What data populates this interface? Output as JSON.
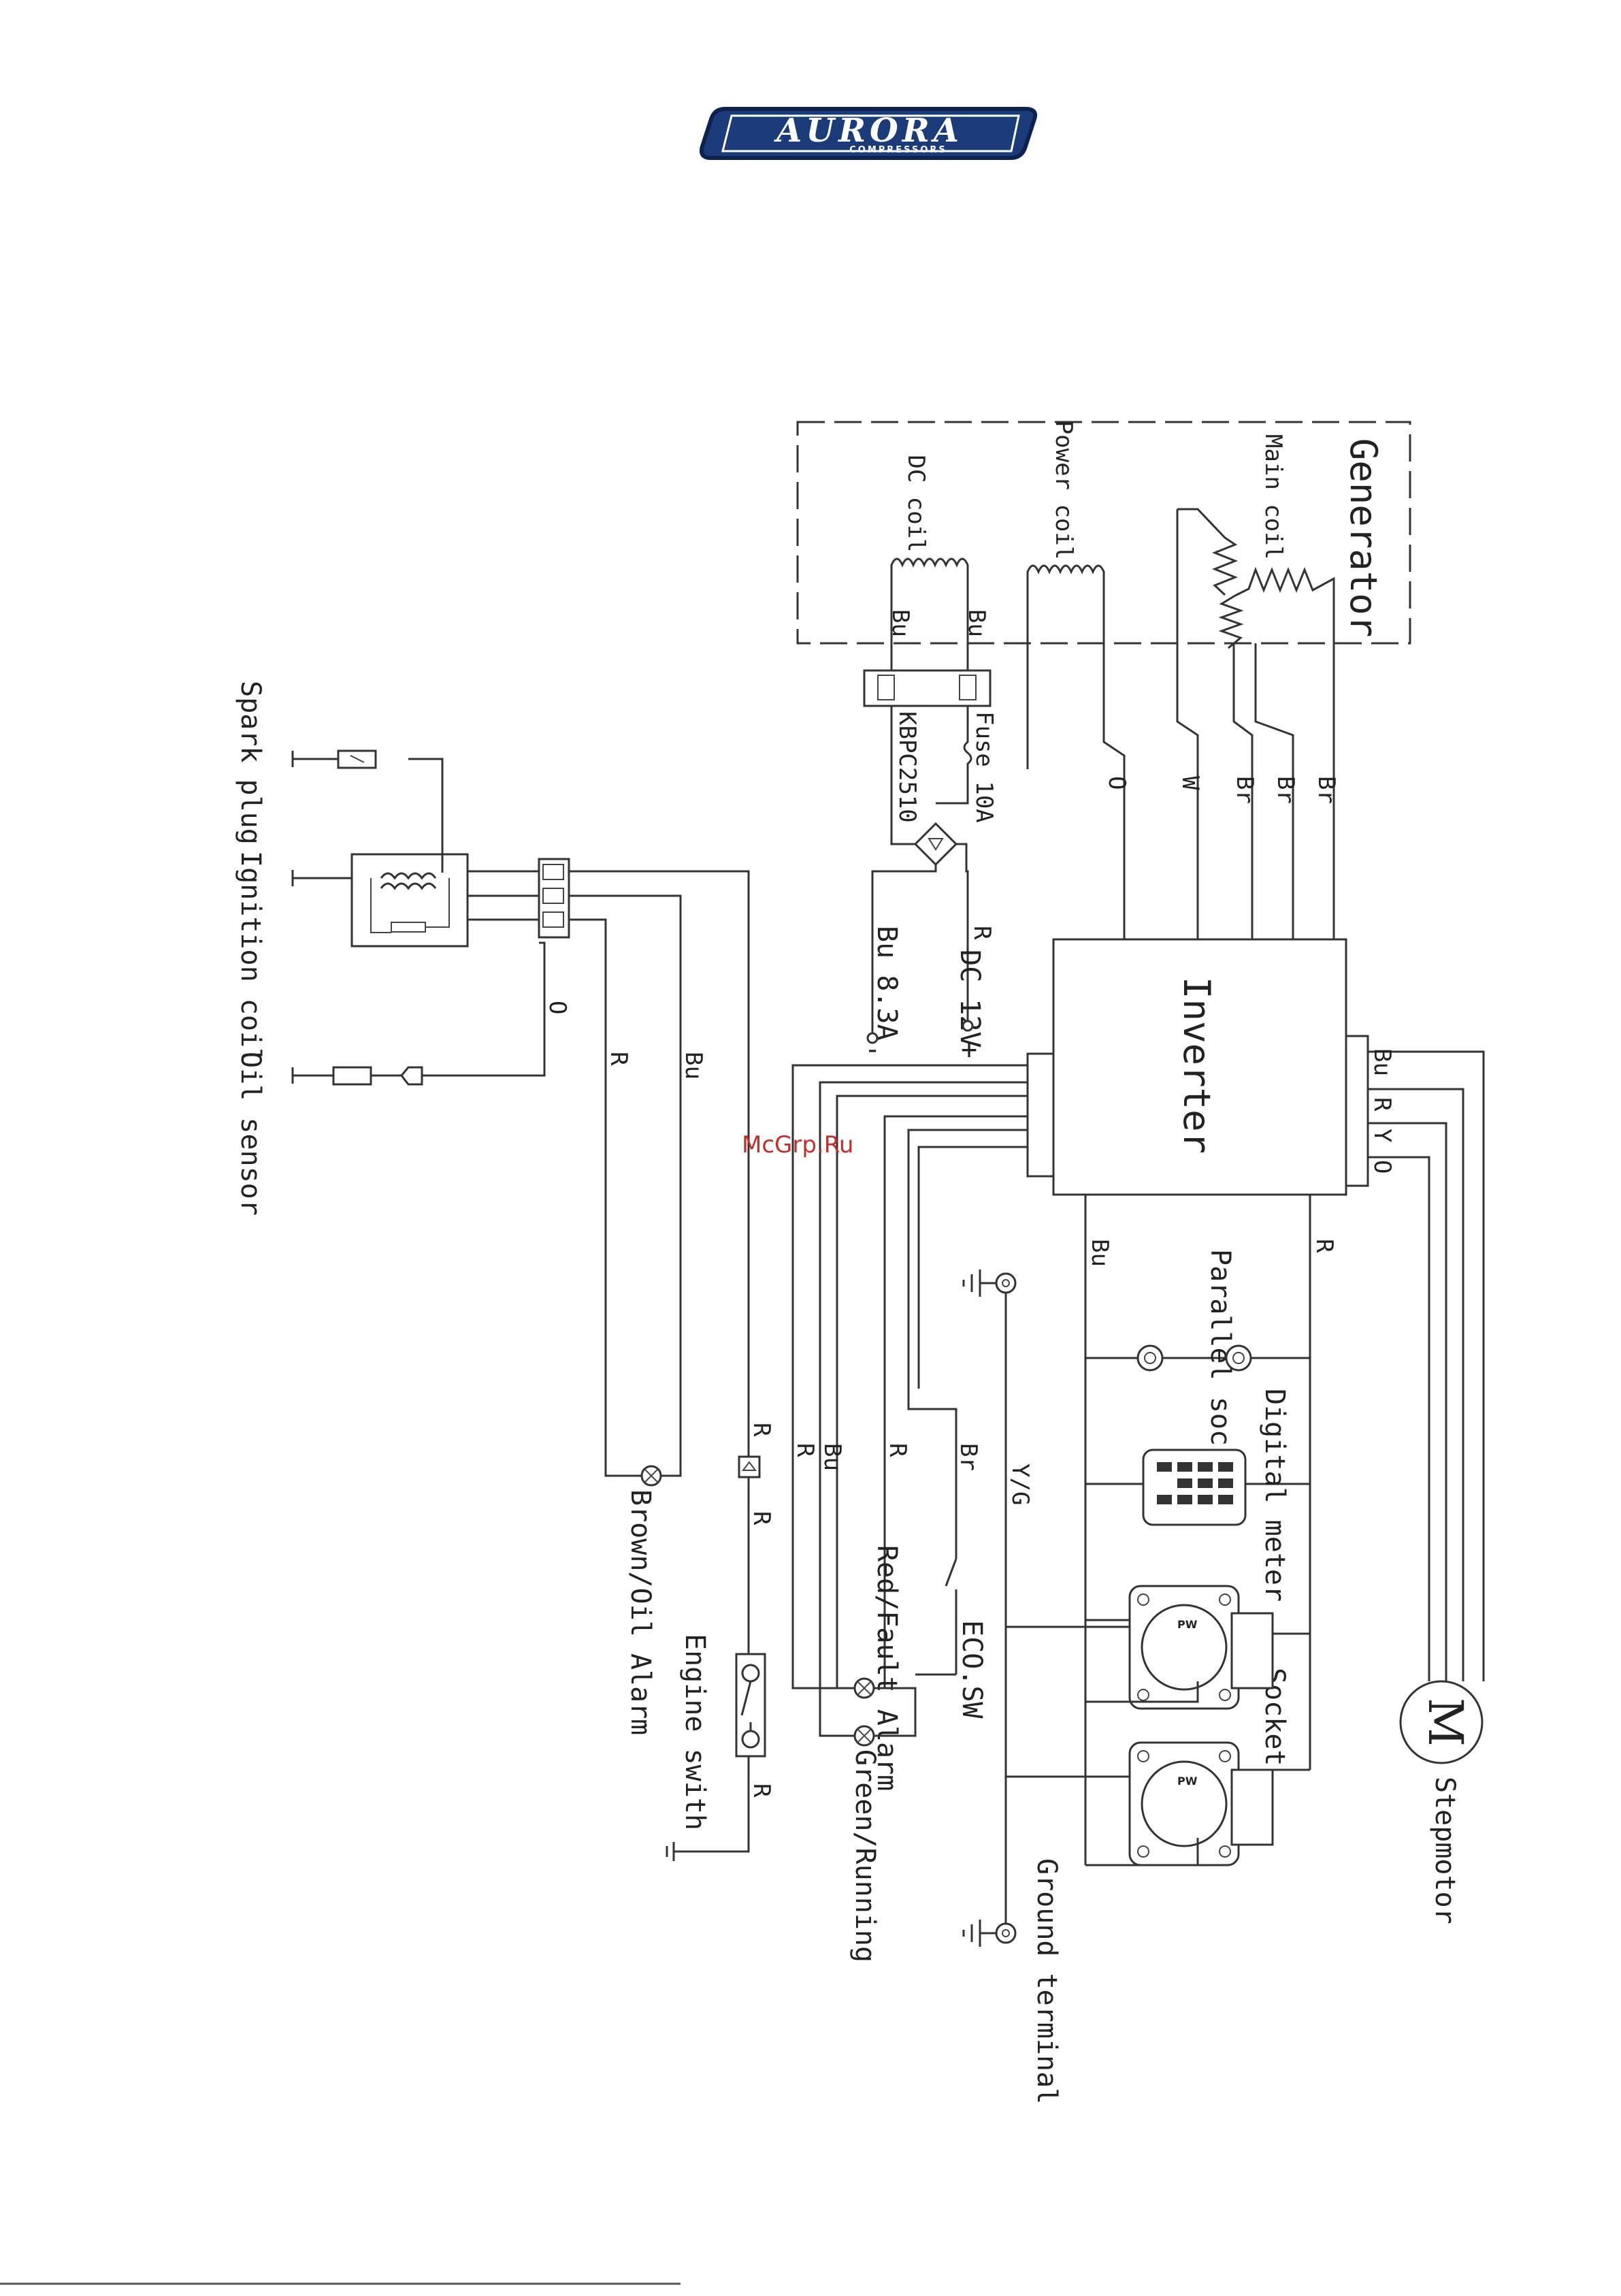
{
  "logo": {
    "brand": "AURORA",
    "tagline": "COMPRESSORS",
    "colors": {
      "fill": "#1b3c78",
      "text": "#ffffff",
      "outline": "#0d2250"
    }
  },
  "watermark": "McGrp.Ru",
  "diagram": {
    "generator": {
      "title": "Generator",
      "dc_coil": "DC coil",
      "power_coil": "Power coil",
      "main_coil": "Main coil",
      "dc_wire_top": "Bu",
      "dc_wire_bottom": "Bu"
    },
    "rectifier": {
      "fuse": "Fuse 10A",
      "bridge": "KBPC2510",
      "dc_output": "DC 12V",
      "dc_rating": "Bu 8.3A",
      "plus": "+",
      "minus": "-",
      "wire_r": "R"
    },
    "inverter": {
      "title": "Inverter"
    },
    "wire_colors_generator": [
      "Br",
      "Br",
      "Br",
      "W",
      "O"
    ],
    "wire_colors_stepmotor": [
      "Bu",
      "R",
      "Y",
      "O"
    ],
    "inverter_outputs": {
      "left": "Bu",
      "right": "R"
    },
    "ignition": {
      "spark_plug": "Spark plug",
      "ignition_coil": "Ignition coil",
      "oil_sensor": "Oil sensor",
      "wire_o": "O",
      "wire_bu": "Bu",
      "wire_r1": "R",
      "wire_r2": "R",
      "wire_r3": "R",
      "wire_r4": "R"
    },
    "indicators": {
      "brown": "Brown/Oil Alarm",
      "red": "Red/Fault Alarm",
      "green": "Green/Running",
      "wire_r": "R",
      "wire_bu": "Bu",
      "wire_r2": "R",
      "wire_br": "Br"
    },
    "engine_switch": "Engine swith",
    "eco_switch": "ECO.SW",
    "earth_wire": "Y/G",
    "parallel_socket": "Parallel socket",
    "digital_meter": "Digital meter",
    "socket": "Socket",
    "socket_mark": "PW",
    "stepmotor": "Stepmotor",
    "stepmotor_symbol": "M",
    "ground_terminal": "Ground terminal"
  }
}
